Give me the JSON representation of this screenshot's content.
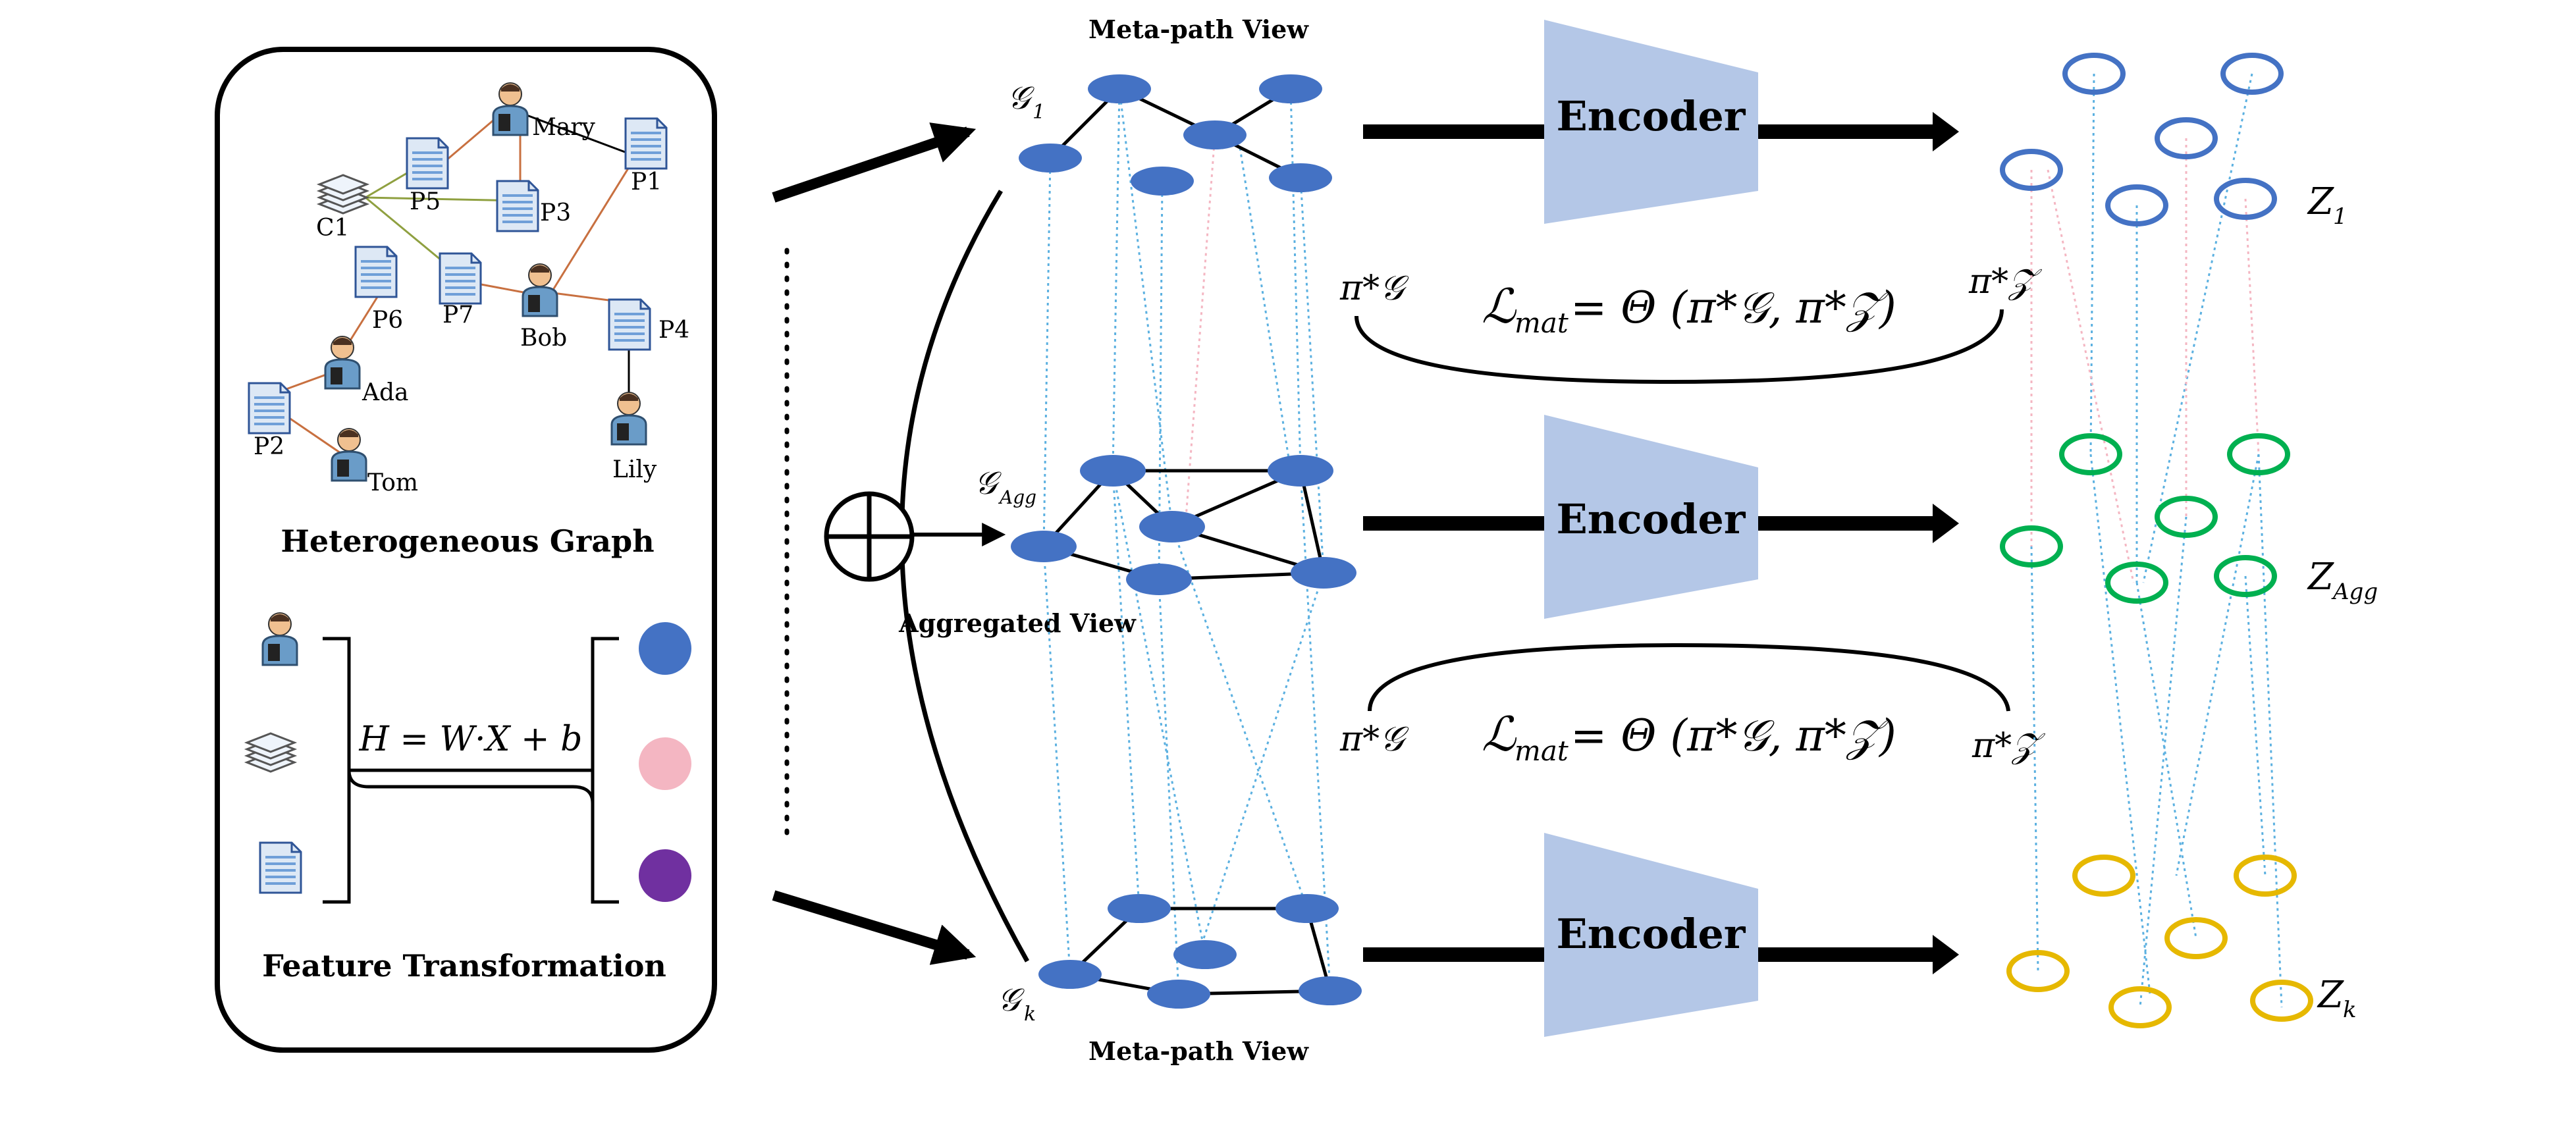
{
  "panel": {
    "graph_title": "Heterogeneous Graph",
    "feature_title": "Feature Transformation",
    "formula": "H = W·X + b",
    "nodes": {
      "mary": "Mary",
      "p1": "P1",
      "p3": "P3",
      "p5": "P5",
      "c1": "C1",
      "p6": "P6",
      "p7": "P7",
      "bob": "Bob",
      "p4": "P4",
      "ada": "Ada",
      "p2": "P2",
      "tom": "Tom",
      "lily": "Lily"
    },
    "feature_colors": [
      "#4472c4",
      "#f4b6c2",
      "#7030a0"
    ]
  },
  "views": {
    "top_title": "Meta-path View",
    "bottom_title": "Meta-path View",
    "aggregated_title": "Aggregated View",
    "g1": "𝒢",
    "g1_sub": "1",
    "gagg": "𝒢",
    "gagg_sub": "Agg",
    "gk": "𝒢",
    "gk_sub": "k"
  },
  "encoders": [
    "Encoder",
    "Encoder",
    "Encoder"
  ],
  "loss": {
    "lhs": "ℒ",
    "sub": "mat",
    "rhs": "= Θ (π*𝒢, π*𝒵)",
    "pi_g": "π*𝒢",
    "pi_z": "π*𝒵"
  },
  "embeddings": {
    "z1": "Z",
    "z1_sub": "1",
    "zagg": "Z",
    "zagg_sub": "Agg",
    "zk": "Z",
    "zk_sub": "k"
  },
  "colors": {
    "node_blue": "#4472c4",
    "encoder_fill": "#b4c7e7",
    "ring_blue": "#4472c4",
    "ring_green": "#00b050",
    "ring_yellow": "#e6b800",
    "match_blue": "#5bb0e0",
    "match_pink": "#f4b6c2"
  }
}
